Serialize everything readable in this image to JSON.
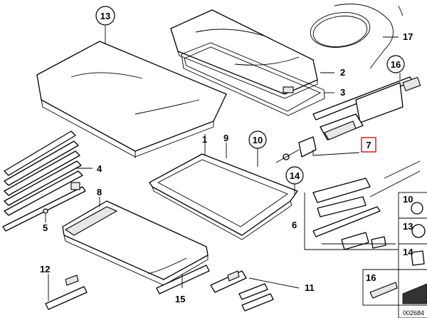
{
  "diagram": {
    "callouts": {
      "c1": "1",
      "c2": "2",
      "c3": "3",
      "c4": "4",
      "c5": "5",
      "c6": "6",
      "c7": "7",
      "c8": "8",
      "c9": "9",
      "c10": "10",
      "c11": "11",
      "c12": "12",
      "c13": "13",
      "c14": "14",
      "c15": "15",
      "c16": "16",
      "c17": "17"
    },
    "legend": {
      "l10": "10",
      "l13": "13",
      "l14": "14",
      "l16": "16"
    },
    "image_number": "002684",
    "highlight_color": "#d62020"
  }
}
